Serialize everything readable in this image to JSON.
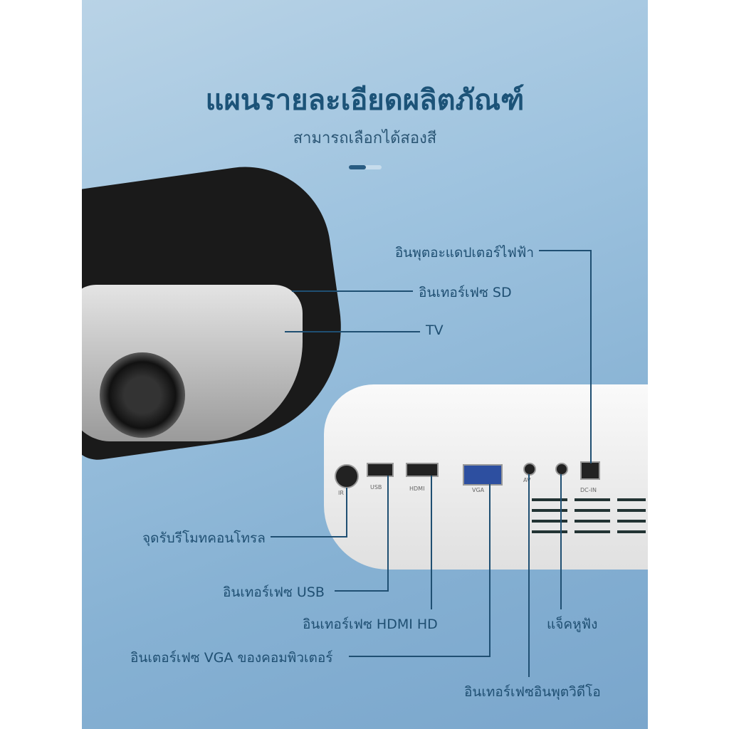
{
  "header": {
    "title": "แผนรายละเอียดผลิตภัณฑ์",
    "subtitle": "สามารถเลือกได้สองสี"
  },
  "callouts": {
    "dc_in": "อินพุตอะแดปเตอร์ไฟฟ้า",
    "sd": "อินเทอร์เฟซ SD",
    "tv": "TV",
    "ir": "จุดรับรีโมทคอนโทรล",
    "usb": "อินเทอร์เฟซ USB",
    "hdmi": "อินเทอร์เฟซ HDMI HD",
    "vga": "อินเตอร์เฟซ VGA ของคอมพิวเตอร์",
    "headphone": "แจ็คหูฟัง",
    "av": "อินเทอร์เฟซอินพุตวิดีโอ"
  },
  "port_labels": {
    "ir": "IR",
    "usb": "USB",
    "hdmi": "HDMI",
    "vga": "VGA",
    "av": "AV",
    "dc": "DC-IN"
  },
  "colors": {
    "text": "#1f4f72",
    "background": "#86b1d3"
  }
}
